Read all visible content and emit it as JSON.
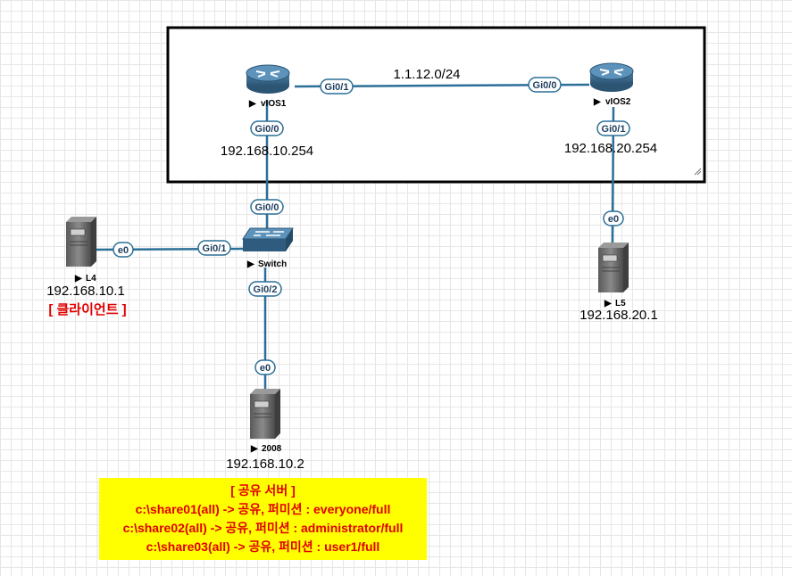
{
  "nodes": {
    "vios1": {
      "name": "vIOS1",
      "ip": "192.168.10.254"
    },
    "vios2": {
      "name": "vIOS2",
      "ip": "192.168.20.254"
    },
    "switch": {
      "name": "Switch"
    },
    "l4": {
      "name": "L4",
      "ip": "192.168.10.1",
      "role": "[ 클라이언트 ]"
    },
    "l5": {
      "name": "L5",
      "ip": "192.168.20.1"
    },
    "server": {
      "name": "2008",
      "ip": "192.168.10.2"
    }
  },
  "links": {
    "wan_network": "1.1.12.0/24"
  },
  "ports": {
    "vios1_gi01": "Gi0/1",
    "vios1_gi00": "Gi0/0",
    "vios2_gi00": "Gi0/0",
    "vios2_gi01": "Gi0/1",
    "sw_gi00": "Gi0/0",
    "sw_gi01": "Gi0/1",
    "sw_gi02": "Gi0/2",
    "l4_e0": "e0",
    "l5_e0": "e0",
    "server_e0": "e0"
  },
  "note": {
    "title": "[ 공유 서버 ]",
    "lines": [
      "c:\\share01(all) -> 공유, 퍼미션 : everyone/full",
      "c:\\share02(all) -> 공유, 퍼미션 : administrator/full",
      "c:\\share03(all) -> 공유, 퍼미션 : user1/full"
    ]
  },
  "colors": {
    "link": "#2a6f97",
    "router_body": "#3b6b8e",
    "note_bg": "#ffff00",
    "note_text": "#e00000",
    "grid": "#e6e6e6"
  }
}
